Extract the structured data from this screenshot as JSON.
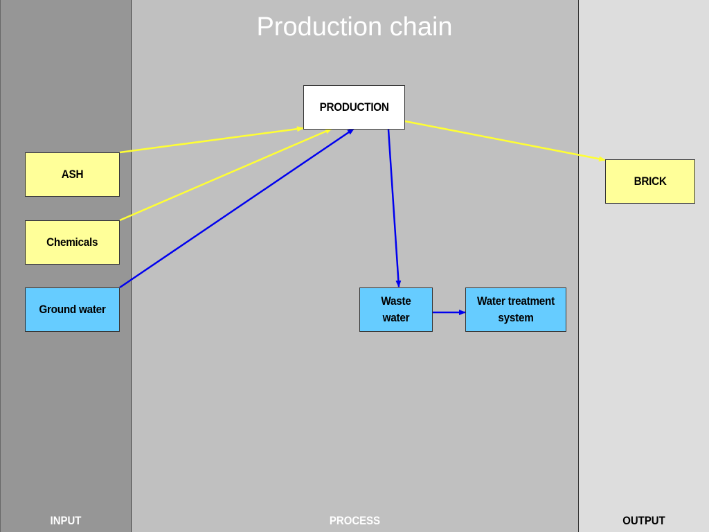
{
  "title": "Production chain",
  "columns": {
    "input": "INPUT",
    "process": "PROCESS",
    "output": "OUTPUT"
  },
  "nodes": {
    "production": "PRODUCTION",
    "ash": "ASH",
    "chemicals": "Chemicals",
    "ground_water": "Ground water",
    "waste_water": "Waste water",
    "water_treatment": "Water  treatment system",
    "brick": "BRICK"
  },
  "colors": {
    "input_flow": "#ffff33",
    "water_flow": "#0000ee",
    "input_box": "#ffff99",
    "water_box": "#66ccff"
  }
}
